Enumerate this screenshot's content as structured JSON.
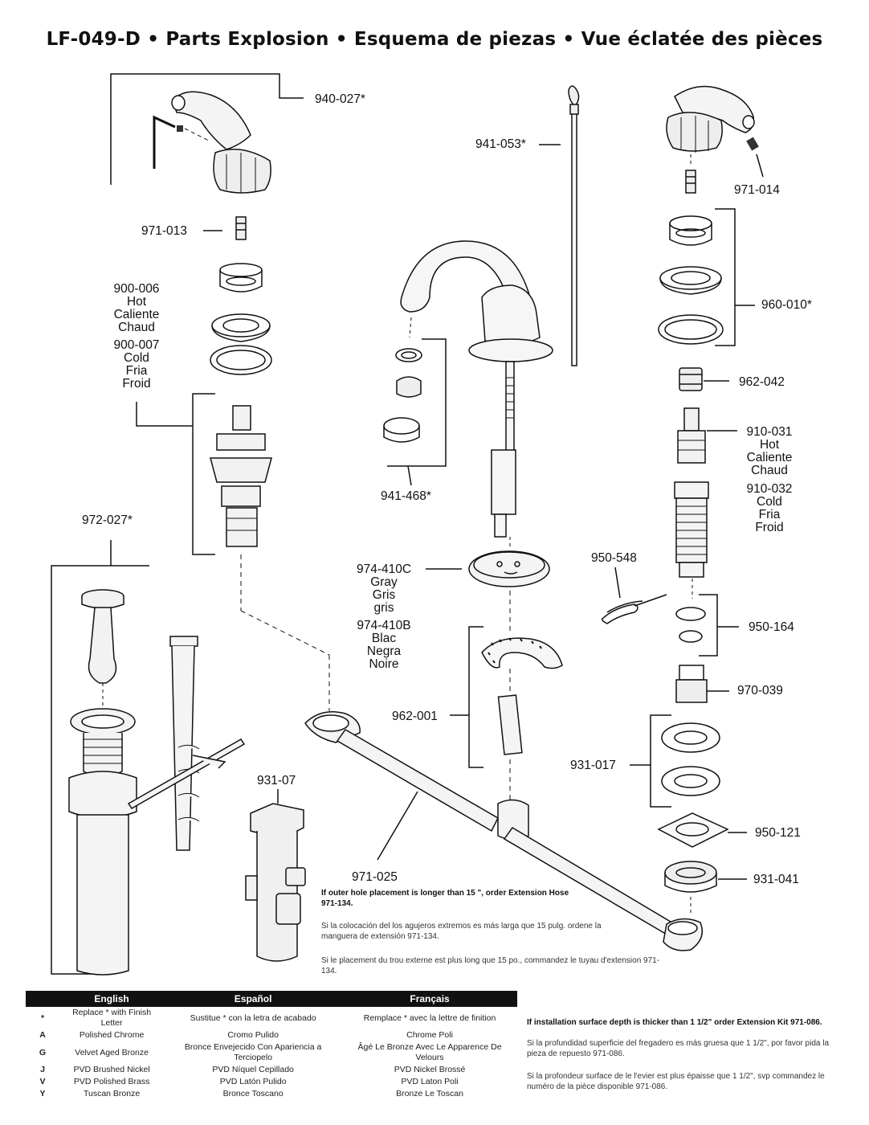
{
  "title": "LF-049-D • Parts Explosion • Esquema de piezas • Vue éclatée des pièces",
  "labels": {
    "p940_027": "940-027*",
    "p941_053": "941-053*",
    "p971_013": "971-013",
    "p971_014": "971-014",
    "p900_006": [
      "900-006",
      "Hot",
      "Caliente",
      "Chaud"
    ],
    "p900_007": [
      "900-007",
      "Cold",
      "Fria",
      "Froid"
    ],
    "p960_010": "960-010*",
    "p962_042": "962-042",
    "p910_031": [
      "910-031",
      "Hot",
      "Caliente",
      "Chaud"
    ],
    "p910_032": [
      "910-032",
      "Cold",
      "Fria",
      "Froid"
    ],
    "p941_468": "941-468*",
    "p972_027": "972-027*",
    "p974_410C": [
      "974-410C",
      "Gray",
      "Gris",
      "gris"
    ],
    "p974_410B": [
      "974-410B",
      "Blac",
      "Negra",
      "Noire"
    ],
    "p950_548": "950-548",
    "p950_164": "950-164",
    "p970_039": "970-039",
    "p962_001": "962-001",
    "p931_017": "931-017",
    "p931_07": "931-07",
    "p950_121": "950-121",
    "p971_025": "971-025",
    "p931_041": "931-041"
  },
  "notes": {
    "hose_en": "If outer hole placement is longer than 15 \", order Extension Hose  971-134.",
    "hose_es": "Si la colocación del los agujeros extremos es más larga que 15 pulg. ordene la manguera de extensión 971-134.",
    "hose_fr": "Si le placement du trou externe est plus long que 15 po., commandez le tuyau d'extension 971-134.",
    "depth_en": "If installation surface depth is thicker than 1 1/2\" order Extension Kit 971-086.",
    "depth_es": "Si la profundidad superficie del fregadero es más gruesa que 1 1/2\", por favor pida la pieza de repuesto 971-086.",
    "depth_fr": "Si la profondeur surface de le l'evier est plus épaisse que 1 1/2\", svp commandez le numéro de la pièce disponible 971-086."
  },
  "finish_table": {
    "headers": [
      "English",
      "Español",
      "Français"
    ],
    "rows": [
      {
        "code": "*",
        "en": "Replace * with Finish Letter",
        "es": "Sustitue * con la letra de acabado",
        "fr": "Remplace * avec la lettre de finition"
      },
      {
        "code": "A",
        "en": "Polished Chrome",
        "es": "Cromo Pulido",
        "fr": "Chrome Poli"
      },
      {
        "code": "G",
        "en": "Velvet Aged Bronze",
        "es": "Bronce Envejecido Con Apariencia a Terciopelo",
        "fr": "Âgé Le Bronze Avec Le Apparence De Velours"
      },
      {
        "code": "J",
        "en": "PVD Brushed Nickel",
        "es": "PVD Níquel Cepillado",
        "fr": "PVD Nickel Brossé"
      },
      {
        "code": "V",
        "en": "PVD Polished Brass",
        "es": "PVD Latón Pulido",
        "fr": "PVD Laton Poli"
      },
      {
        "code": "Y",
        "en": "Tuscan Bronze",
        "es": "Bronce Toscano",
        "fr": "Bronze Le Toscan"
      }
    ]
  }
}
